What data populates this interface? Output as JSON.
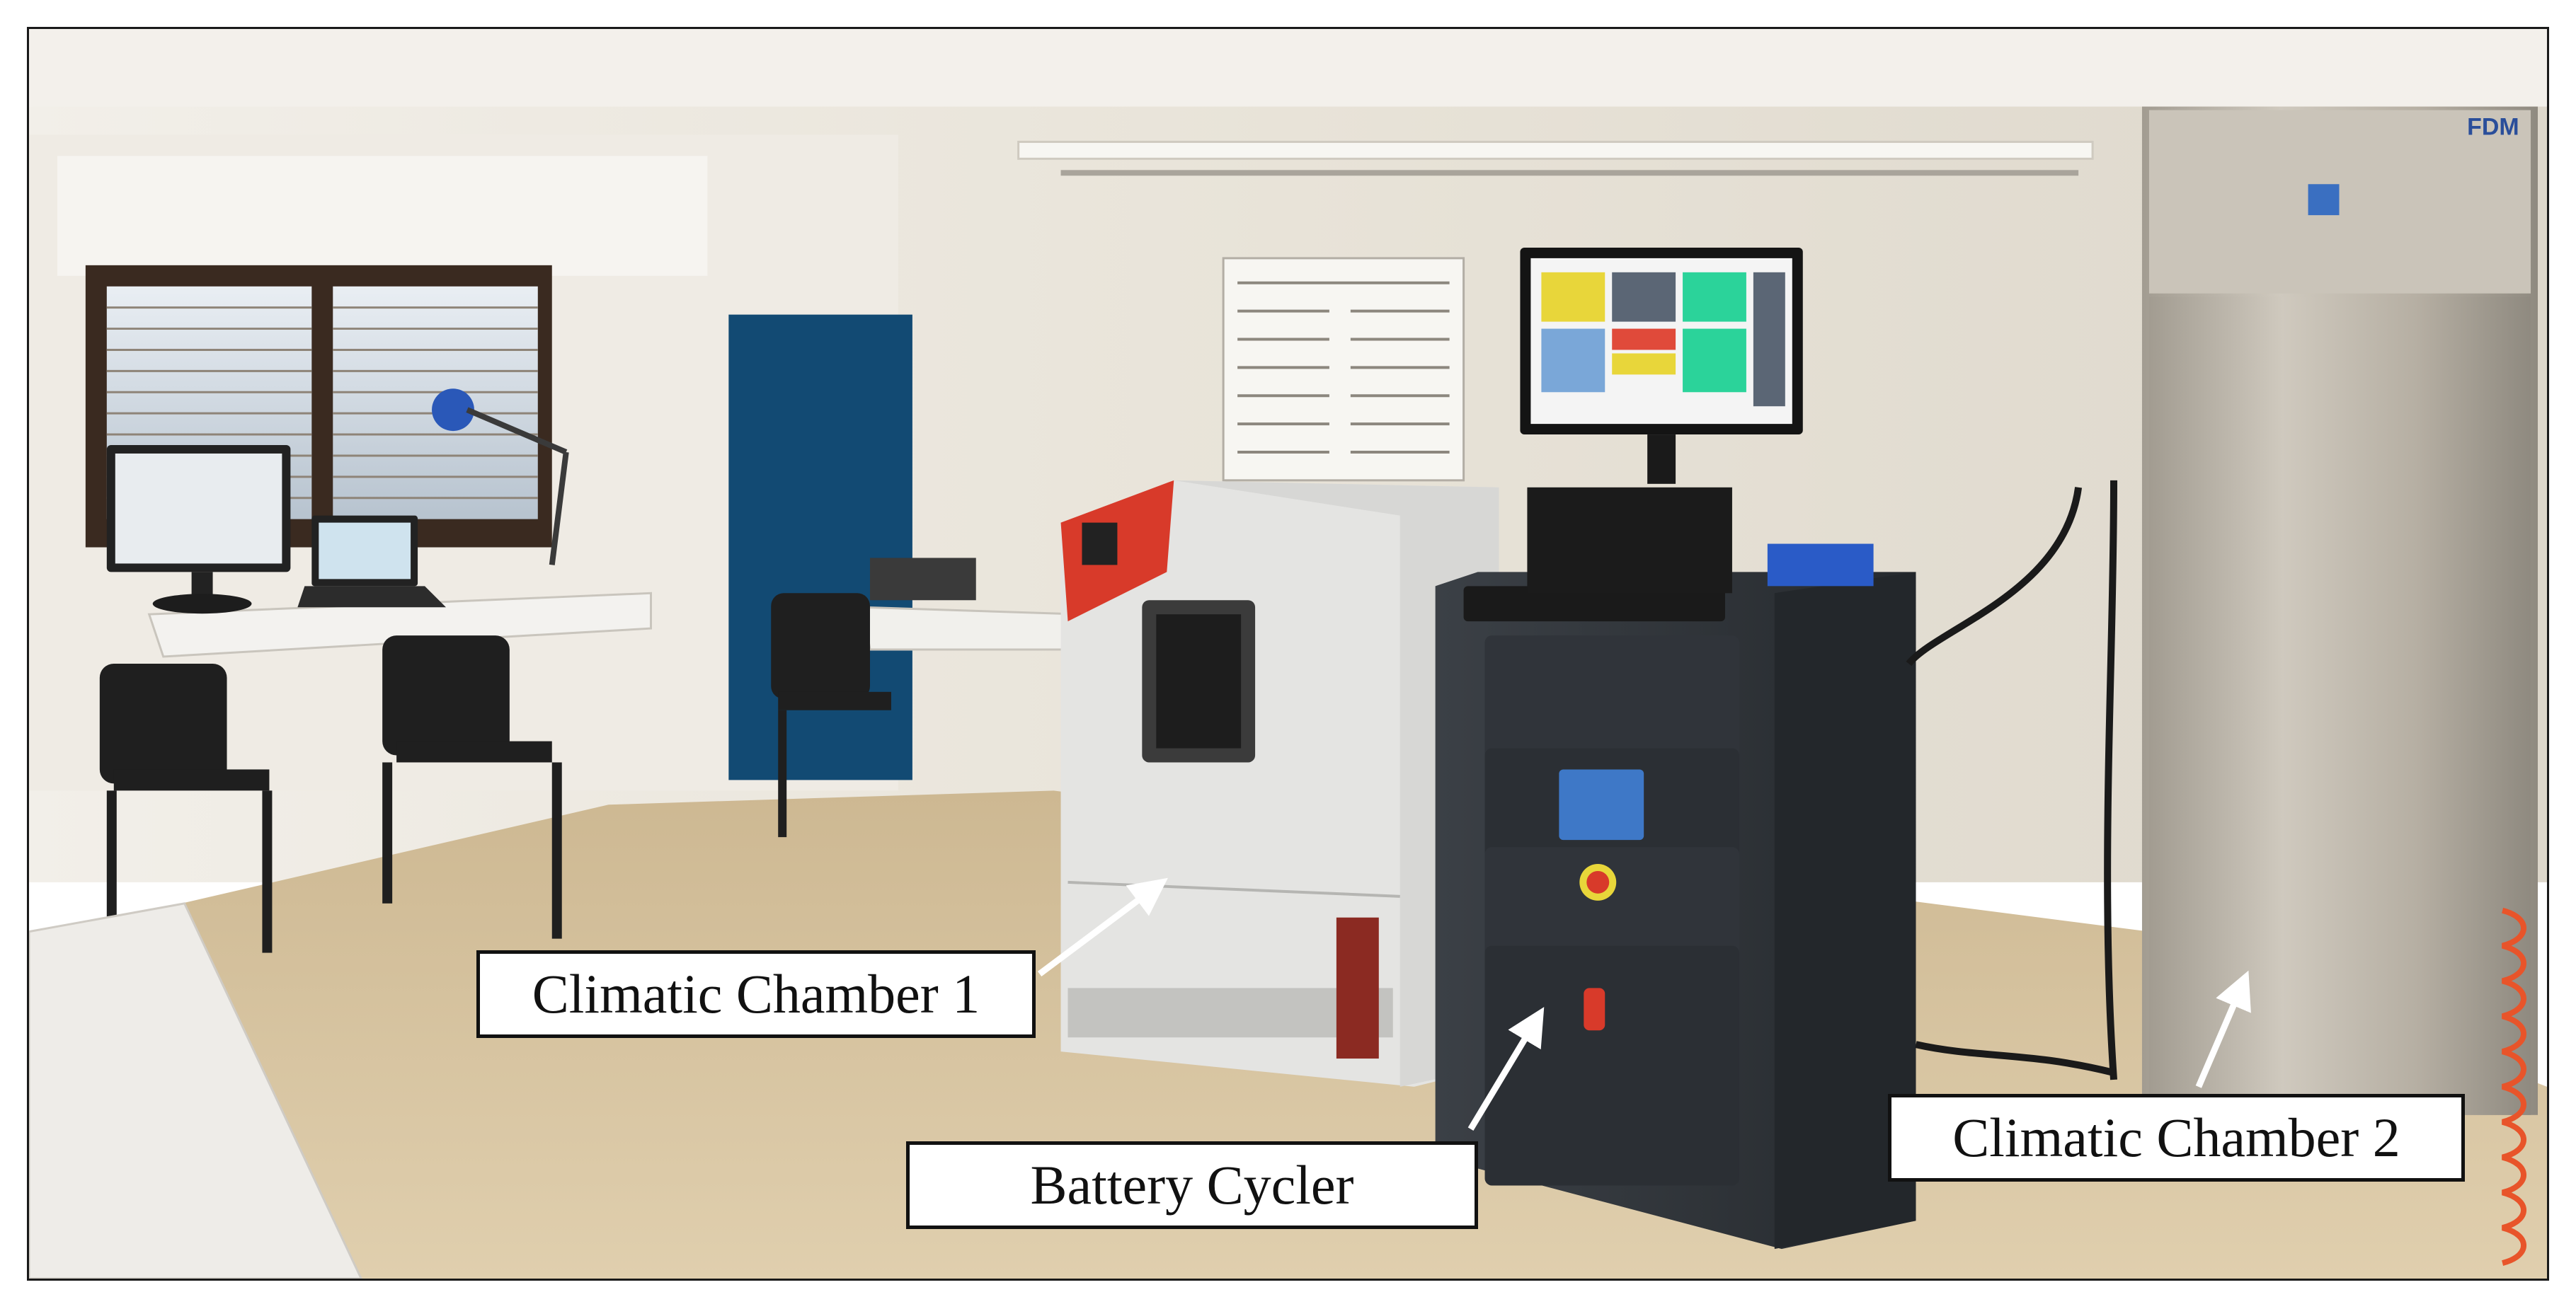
{
  "labels": {
    "chamber1": "Climatic Chamber 1",
    "cycler": "Battery Cycler",
    "chamber2": "Climatic Chamber 2"
  },
  "scene_text": {
    "freezer_brand": "FDM"
  },
  "colors": {
    "floor": "#d7c3a0",
    "wall": "#ebe6dc",
    "ceiling": "#f1eee8",
    "cycler_body": "#2f3338",
    "chamber1_body": "#e6e6e4",
    "chamber1_accent": "#d83a2a",
    "chamber2_body": "#b9b3a7",
    "blue_panel": "#124a73",
    "label_border": "#111111"
  }
}
